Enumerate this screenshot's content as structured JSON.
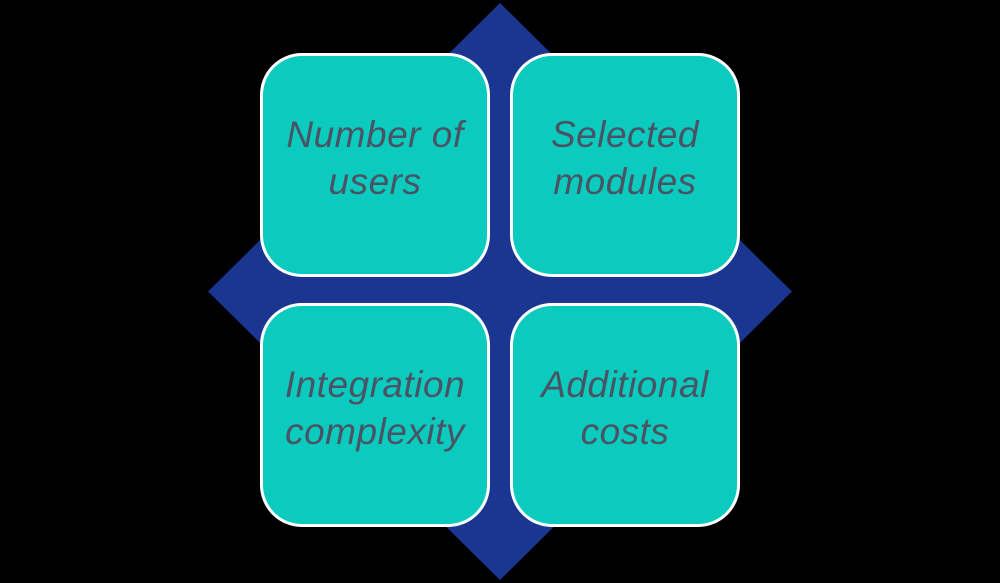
{
  "diagram": {
    "type": "smartart-quadrant",
    "boxes": [
      {
        "name": "number-of-users",
        "label": "Number of\nusers"
      },
      {
        "name": "selected-modules",
        "label": "Selected\nmodules"
      },
      {
        "name": "integration-complexity",
        "label": "Integration\ncomplexity"
      },
      {
        "name": "additional-costs",
        "label": "Additional\ncosts"
      }
    ],
    "colors": {
      "background": "#000000",
      "diamond_fill": "#1A3691",
      "box_fill": "#0BCBBF",
      "box_border": "#FFFFFF",
      "label_text": "#4A5363"
    }
  }
}
